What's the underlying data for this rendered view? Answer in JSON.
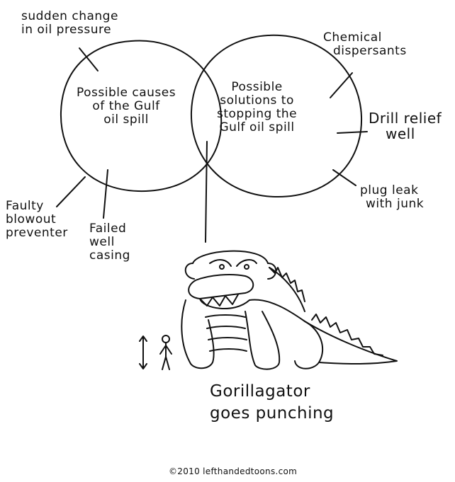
{
  "labels": {
    "causes_circle": [
      "Possible causes",
      "of the Gulf",
      "oil spill"
    ],
    "solutions_circle": [
      "Possible",
      "solutions to",
      "stopping the",
      "Gulf oil spill"
    ],
    "sudden_change": [
      "sudden change",
      "in oil pressure"
    ],
    "chemical_dispersants": [
      "Chemical",
      "dispersants"
    ],
    "drill_relief_well": [
      "Drill relief",
      "well"
    ],
    "plug_leak": [
      "plug leak",
      "with junk"
    ],
    "faulty_blowout": [
      "Faulty",
      "blowout",
      "preventer"
    ],
    "failed_casing": [
      "Failed",
      "well",
      "casing"
    ],
    "gorillagator": [
      "Gorillagator",
      "goes punching"
    ]
  },
  "credit": "©2010 lefthandedtoons.com"
}
